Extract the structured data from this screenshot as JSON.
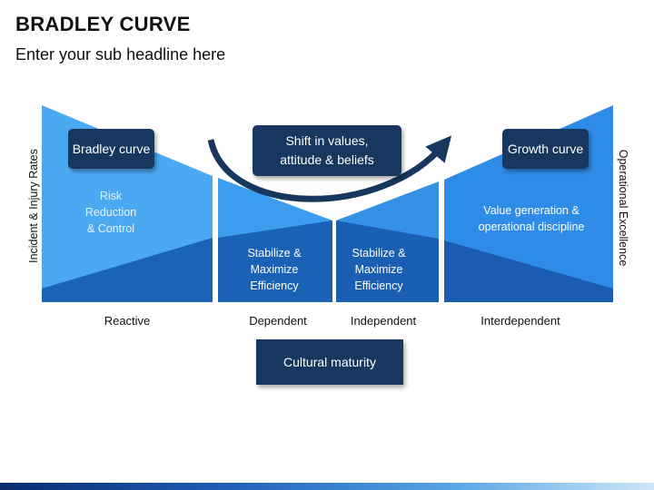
{
  "header": {
    "title": "BRADLEY CURVE",
    "subtitle": "Enter your sub headline here"
  },
  "axes": {
    "left_label": "Incident & Injury Rates",
    "right_label": "Operational Excellence"
  },
  "callouts": {
    "bradley_curve": "Bradley curve",
    "shift": "Shift in values,\nattitude & beliefs",
    "growth_curve": "Growth curve",
    "cultural_maturity": "Cultural maturity"
  },
  "panels": {
    "reactive_text": "Risk\nReduction\n& Control",
    "dependent_text": "Stabilize &\nMaximize\nEfficiency",
    "independent_text": "Stabilize &\nMaximize\nEfficiency",
    "interdependent_text": "Value generation &\noperational discipline"
  },
  "stages": [
    "Reactive",
    "Dependent",
    "Independent",
    "Interdependent"
  ],
  "colors": {
    "light_blue": "#45aaf2",
    "mid_blue": "#2f8ee8",
    "dark_blue": "#1a5fb4",
    "navy": "#17375e"
  }
}
